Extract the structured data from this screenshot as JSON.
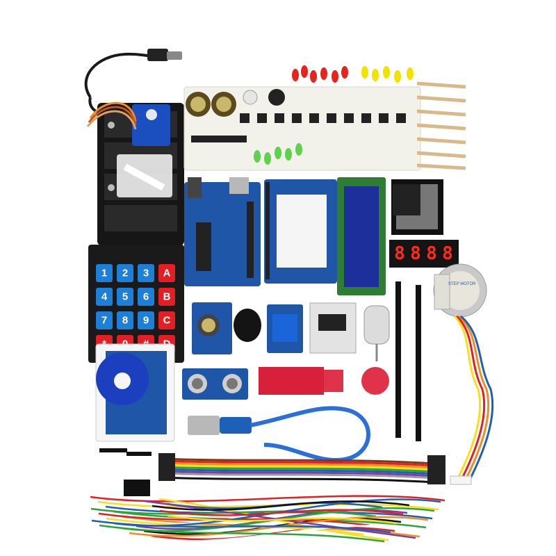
{
  "keypad": {
    "keys": [
      "1",
      "2",
      "3",
      "A",
      "4",
      "5",
      "6",
      "B",
      "7",
      "8",
      "9",
      "C",
      "*",
      "0",
      "#",
      "D"
    ]
  },
  "seven_segment": {
    "digits": [
      "8",
      "8",
      "8",
      "8"
    ]
  },
  "stepper_motor": {
    "label": "STEP MOTOR"
  },
  "colors": {
    "pcb_blue": "#1f56a8",
    "breadboard_white": "#f2f1ea",
    "led_red": "#e8231c",
    "led_yellow": "#f3e100",
    "led_green": "#5fd24d",
    "lcd_blue": "#1d2f9a",
    "servo_blue": "#1b4fbf",
    "relay_blue": "#1a66d8",
    "ribbon": [
      "#7a3b1e",
      "#e31e24",
      "#f28c1e",
      "#f7e01a",
      "#2aa53a",
      "#1e5fb8",
      "#7b3fa0",
      "#9a9a9a",
      "#ffffff",
      "#111111"
    ]
  },
  "icons": [
    "dc-barrel-plug",
    "battery-holder",
    "servo-motor",
    "potentiometer",
    "buzzer",
    "push-button",
    "led",
    "resistor",
    "arduino-uno",
    "prototype-shield",
    "lcd-1602",
    "8x8-led-matrix",
    "7-segment-display",
    "4-digit-display",
    "stepper-motor",
    "membrane-keypad",
    "rfid-module",
    "rfid-keyfob",
    "joystick-module",
    "relay-module",
    "motor-driver-board",
    "dc-motor",
    "ultrasonic-sensor",
    "water-level-sensor",
    "sound-sensor",
    "pin-header",
    "usb-cable",
    "dupont-ribbon-cable",
    "jumper-wires"
  ]
}
